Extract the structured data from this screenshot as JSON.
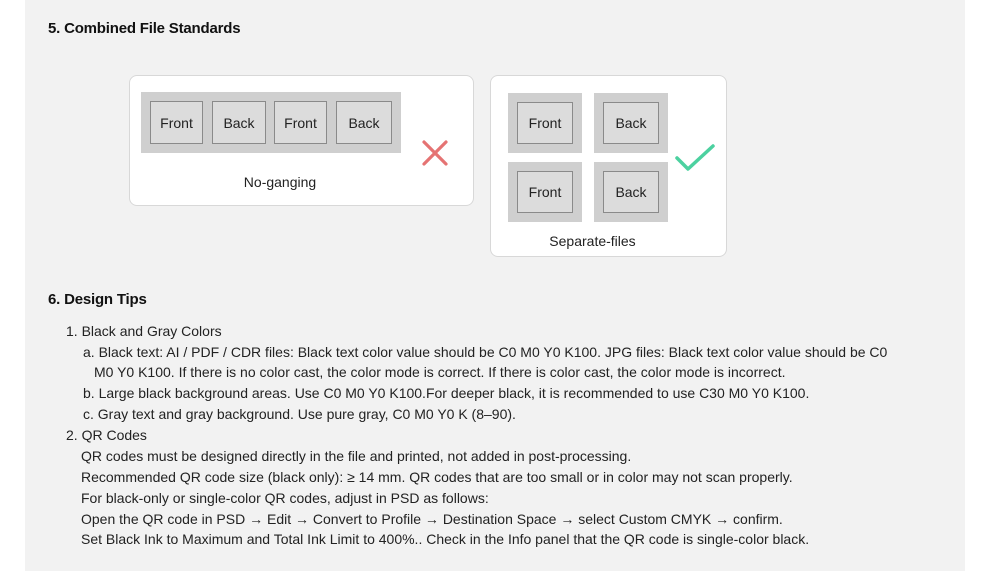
{
  "section5": {
    "title": "5. Combined File Standards",
    "no_ganging": {
      "faces": [
        "Front",
        "Back",
        "Front",
        "Back"
      ],
      "label": "No-ganging",
      "icon": "cross-icon",
      "icon_color": "#e57373"
    },
    "separate_files": {
      "faces": [
        "Front",
        "Back",
        "Front",
        "Back"
      ],
      "label": "Separate-files",
      "icon": "check-icon",
      "icon_color": "#4cd1a0"
    }
  },
  "section6": {
    "title": "6. Design Tips",
    "item1": {
      "heading": "1. Black and Gray Colors",
      "a_line1": "a. Black text: AI / PDF / CDR files: Black text color value should be C0 M0 Y0 K100. JPG files: Black text color value should be C0",
      "a_line2": "M0 Y0 K100. If there is no color cast, the color mode is correct. If there is color cast, the color mode is incorrect.",
      "b": "b. Large black background areas. Use C0 M0 Y0 K100.For deeper black, it is recommended to use C30 M0 Y0 K100.",
      "c": "c. Gray text and gray background. Use pure gray, C0 M0 Y0 K (8–90)."
    },
    "item2": {
      "heading": "2. QR Codes",
      "line1": "QR codes must be designed directly in the file and printed, not added in post-processing.",
      "line2": "Recommended QR code size (black only): ≥ 14 mm. QR codes that are too small or in color may not scan properly.",
      "line3": "For black-only or single-color QR codes, adjust in PSD as follows:",
      "line4": "Open the QR code in PSD → Edit → Convert to Profile → Destination Space → select Custom CMYK → confirm.",
      "line5": "Set Black Ink to Maximum and Total Ink Limit to 400%.. Check in the Info panel that the QR code is single-color black."
    }
  }
}
